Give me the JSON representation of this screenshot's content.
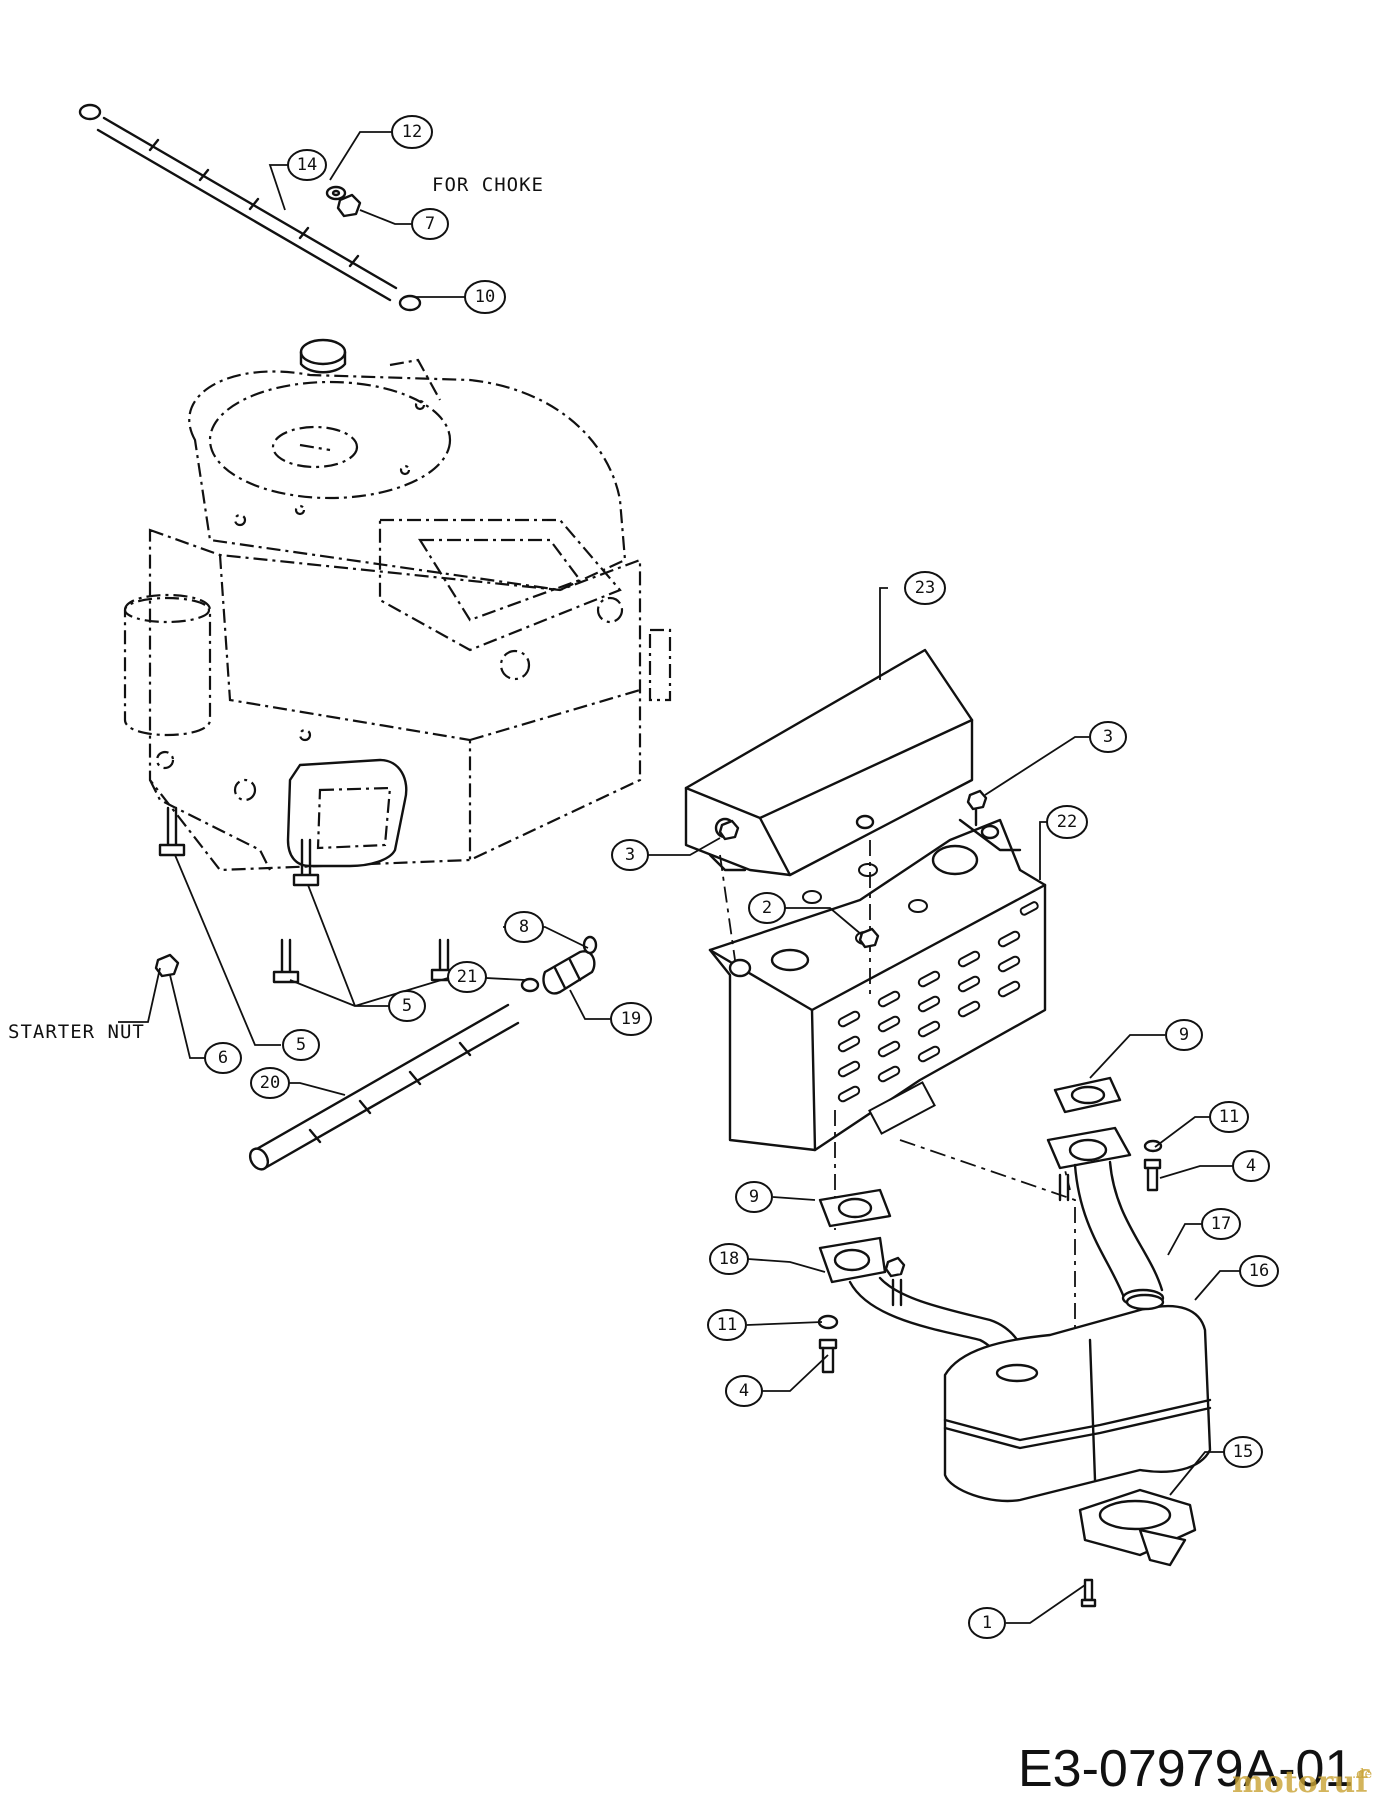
{
  "notes": {
    "choke": "FOR CHOKE",
    "starter": "STARTER NUT"
  },
  "reference": "E3-07979A-01",
  "watermark": {
    "brand": "motoruf",
    "tld": ".de"
  },
  "callouts": [
    {
      "id": "c-12a",
      "label": "12",
      "part": "washer"
    },
    {
      "id": "c-14",
      "label": "14",
      "part": "choke-cable"
    },
    {
      "id": "c-7a",
      "label": "7",
      "part": "nut"
    },
    {
      "id": "c-10",
      "label": "10",
      "part": "cable-clip"
    },
    {
      "id": "c-23",
      "label": "23",
      "part": "heat-shield-top"
    },
    {
      "id": "c-3a",
      "label": "3",
      "part": "screw"
    },
    {
      "id": "c-3b",
      "label": "3",
      "part": "screw"
    },
    {
      "id": "c-2",
      "label": "2",
      "part": "nut"
    },
    {
      "id": "c-22",
      "label": "22",
      "part": "muffler-guard"
    },
    {
      "id": "c-8",
      "label": "8",
      "part": "clamp"
    },
    {
      "id": "c-21",
      "label": "21",
      "part": "clamp"
    },
    {
      "id": "c-19",
      "label": "19",
      "part": "fuel-filter"
    },
    {
      "id": "c-5a",
      "label": "5",
      "part": "bolt"
    },
    {
      "id": "c-5b",
      "label": "5",
      "part": "bolt"
    },
    {
      "id": "c-6",
      "label": "6",
      "part": "starter-nut"
    },
    {
      "id": "c-20",
      "label": "20",
      "part": "fuel-line"
    },
    {
      "id": "c-9a",
      "label": "9",
      "part": "gasket"
    },
    {
      "id": "c-11a",
      "label": "11",
      "part": "lock-washer"
    },
    {
      "id": "c-4a",
      "label": "4",
      "part": "bolt"
    },
    {
      "id": "c-17",
      "label": "17",
      "part": "exhaust-pipe"
    },
    {
      "id": "c-16",
      "label": "16",
      "part": "muffler"
    },
    {
      "id": "c-9b",
      "label": "9",
      "part": "gasket"
    },
    {
      "id": "c-18",
      "label": "18",
      "part": "exhaust-pipe"
    },
    {
      "id": "c-11b",
      "label": "11",
      "part": "lock-washer"
    },
    {
      "id": "c-4b",
      "label": "4",
      "part": "bolt"
    },
    {
      "id": "c-15",
      "label": "15",
      "part": "spark-arrestor"
    },
    {
      "id": "c-1",
      "label": "1",
      "part": "screw"
    }
  ]
}
